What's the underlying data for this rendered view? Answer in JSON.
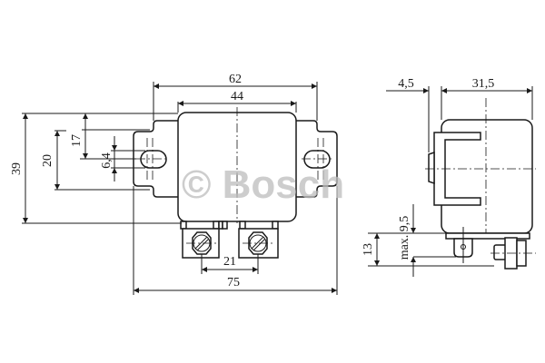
{
  "drawing": {
    "subject": "relay dimension drawing",
    "watermark": "© Bosch",
    "units": "mm",
    "front_view": {
      "dimensions": {
        "overall_mount_width": "62",
        "body_width": "44",
        "total_width": "75",
        "terminal_spacing": "21",
        "overall_height": "39",
        "mount_flange_height": "20",
        "flange_offset": "17",
        "slot_width": "6,4"
      }
    },
    "side_view": {
      "dimensions": {
        "bracket_offset": "4,5",
        "body_depth": "31,5",
        "terminal_height": "13",
        "terminal_max": "max. 9,5"
      }
    }
  }
}
